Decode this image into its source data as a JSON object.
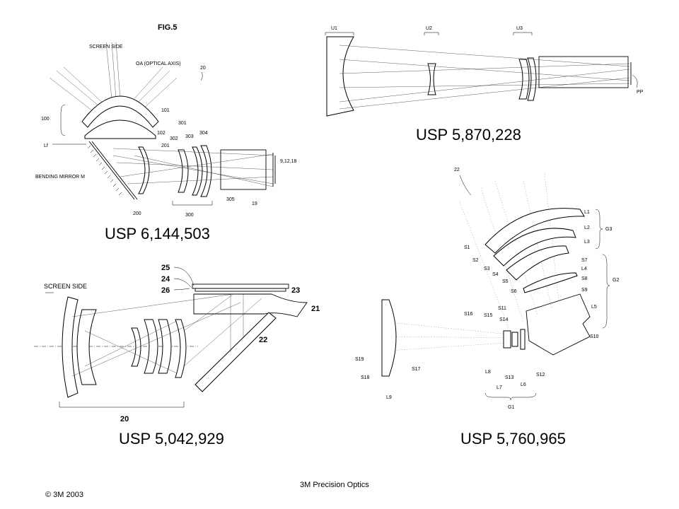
{
  "captions": {
    "top_left": "USP 6,144,503",
    "top_right": "USP 5,870,228",
    "bottom_left": "USP 5,042,929",
    "bottom_right": "USP 5,760,965"
  },
  "footer": {
    "company": "3M Precision Optics",
    "copyright": "© 3M 2003"
  },
  "fig_6144503": {
    "fig_title": "FIG.5",
    "screen_side": "SCREEN SIDE",
    "optical_axis": "OA (OPTICAL AXIS)",
    "bending_mirror": "BENDING MIRROR M",
    "labels": {
      "n20": "20",
      "n101": "101",
      "n102": "102",
      "n100": "100",
      "n201": "201",
      "n301": "301",
      "n302": "302",
      "n303": "303",
      "n304": "304",
      "lf": "Lf",
      "n9_12_18": "9,12,18",
      "n200": "200",
      "n300": "300",
      "n305": "305",
      "n19": "19"
    }
  },
  "fig_5870228": {
    "labels": {
      "u1": "U1",
      "u2": "U2",
      "u3": "U3",
      "pp": "PP"
    }
  },
  "fig_5042929": {
    "screen_side": "SCREEN SIDE",
    "labels": {
      "n25": "25",
      "n24": "24",
      "n26": "26",
      "n23": "23",
      "n21": "21",
      "n22": "22",
      "n20": "20"
    }
  },
  "fig_5760965": {
    "labels": {
      "n22": "22",
      "l1": "L1",
      "l2": "L2",
      "l3": "L3",
      "g3": "G3",
      "s1": "S1",
      "s2": "S2",
      "s3": "S3",
      "s4": "S4",
      "s5": "S5",
      "s6": "S6",
      "s7": "S7",
      "l4": "L4",
      "s8": "S8",
      "s9": "S9",
      "g2": "G2",
      "s11": "S11",
      "l5": "L5",
      "s16": "S16",
      "s15": "S15",
      "s14": "S14",
      "s10": "S10",
      "s19": "S19",
      "s17": "S17",
      "s18": "S18",
      "l8": "L8",
      "s13": "S13",
      "l6": "L6",
      "s12": "S12",
      "l7": "L7",
      "l9": "L9",
      "g1": "G1"
    }
  }
}
